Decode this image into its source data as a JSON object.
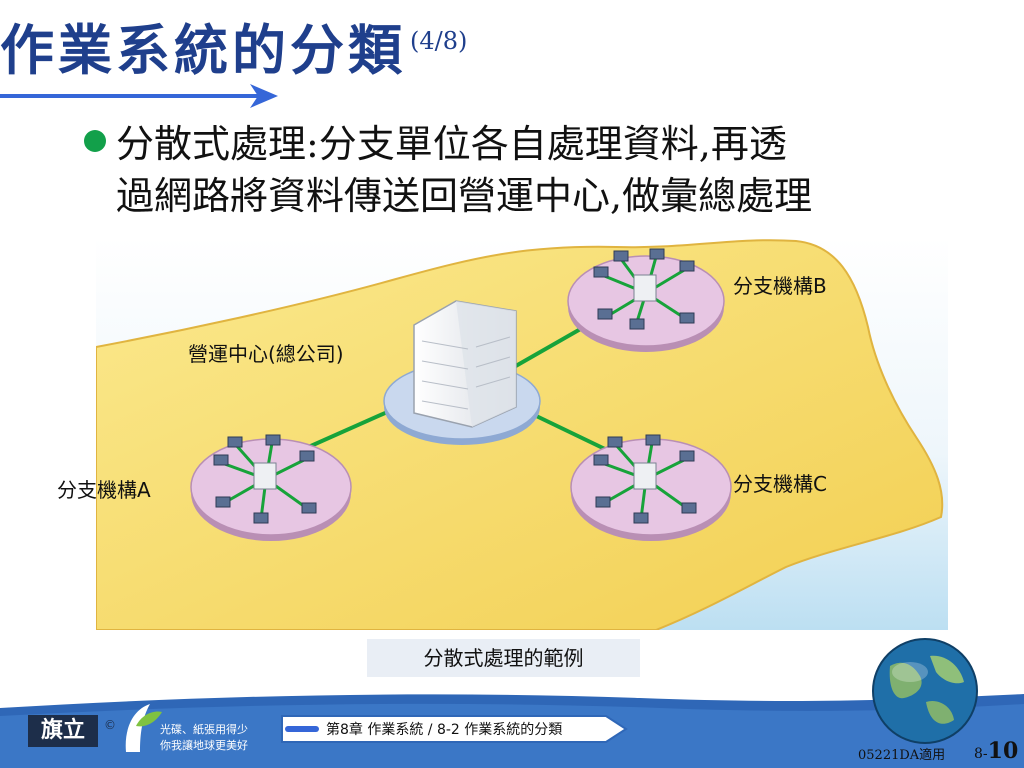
{
  "title": {
    "main": "作業系統的分類",
    "sub": "(4/8)"
  },
  "bullet": {
    "line1": "分散式處理:分支單位各自處理資料,再透",
    "line2": "過網路將資料傳送回營運中心,做彙總處理"
  },
  "diagram": {
    "center_label": "營運中心(總公司)",
    "branch_a": "分支機構A",
    "branch_b": "分支機構B",
    "branch_c": "分支機構C",
    "caption": "分散式處理的範例"
  },
  "footer": {
    "logo": "旗立",
    "copyright": "©",
    "eco_line1": "光碟、紙張用得少",
    "eco_line2": "你我讓地球更美好",
    "chapter": "第8章 作業系統 / 8-2 作業系統的分類",
    "course": "05221DA適用",
    "page_prefix": "8-",
    "page_number": "10"
  },
  "colors": {
    "title": "#1f3f8c",
    "bullet": "#12a04a",
    "land": "#f6d85f",
    "link": "#17a33a",
    "disc_branch": "#e7c6e3",
    "disc_center": "#c9d8ee"
  }
}
